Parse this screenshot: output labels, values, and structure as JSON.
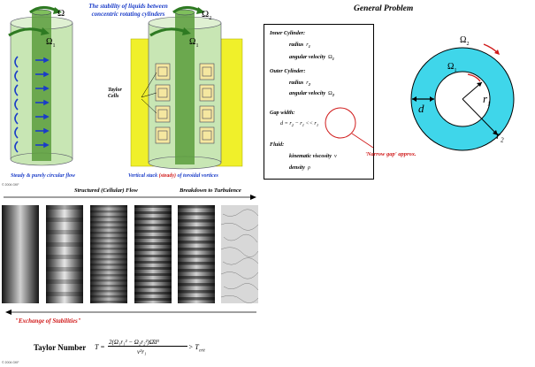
{
  "slide": {
    "title_line1": "The stability of liquids between",
    "title_line2": "concentric rotating cylinders",
    "general_problem": "General Problem"
  },
  "left_figure": {
    "omega_outer": "Ω",
    "omega_inner": "Ω",
    "omega_inner_sub": "1",
    "caption": "Steady & purely circular flow",
    "credit": "© 2004 GKF"
  },
  "mid_figure": {
    "omega_outer": "Ω",
    "omega_outer_sub": "2",
    "omega_inner": "Ω",
    "omega_inner_sub": "1",
    "taylor_cells_line1": "Taylor",
    "taylor_cells_line2": "Cells",
    "caption_pre": "Vertical stack ",
    "caption_highlight": "(steady)",
    "caption_post": " of toroidal vortices"
  },
  "panel": {
    "inner_cylinder": "Inner Cylinder:",
    "radius": "radius",
    "r1": "r",
    "r1_sub": "1",
    "angular_velocity": "angular velocity",
    "omega1": "Ω",
    "omega1_sub": "1",
    "outer_cylinder": "Outer Cylinder:",
    "r2": "r",
    "r2_sub": "2",
    "omega2": "Ω",
    "omega2_sub": "2",
    "gap_width": "Gap width:",
    "gap_eq": "d = r",
    "gap_eq_sub2": "2",
    "gap_minus": " − r",
    "gap_sub1": "1",
    "gap_ll": " << r",
    "gap_ll_sub": "1",
    "fluid": "Fluid:",
    "kinematic_viscosity": "kinematic viscosity",
    "nu": "ν",
    "density": "density",
    "rho": "ρ"
  },
  "narrow_gap": "'Narrow gap' approx.",
  "ring": {
    "omega2": "Ω",
    "omega2_sub": "2",
    "omega1": "Ω",
    "omega1_sub": "1",
    "d": "d",
    "r1": "r",
    "r1_sub": "1",
    "r2": "r",
    "r2_sub": "2",
    "ring_color": "#3fd6ea"
  },
  "flow_regimes": {
    "structured": "Structured (Cellular) Flow",
    "turbulence": "Breakdown to Turbulence",
    "exchange": "\"Exchange of Stabilities\""
  },
  "taylor": {
    "label": "Taylor Number",
    "formula_lhs": "T =",
    "numerator": "2(Ω₁r₁² − Ω₂r₂²)Ω̄d³",
    "denominator": "ν²r₁",
    "rhs": "> T",
    "rhs_sub": "crit",
    "credit": "© 2004 GKF"
  },
  "colors": {
    "outer_cylinder": "#c8e6b4",
    "inner_cylinder": "#5a9c3c",
    "mid_background": "#f0f02a",
    "arrow_blue": "#1a3cc8",
    "annotation_red": "#d01818"
  }
}
